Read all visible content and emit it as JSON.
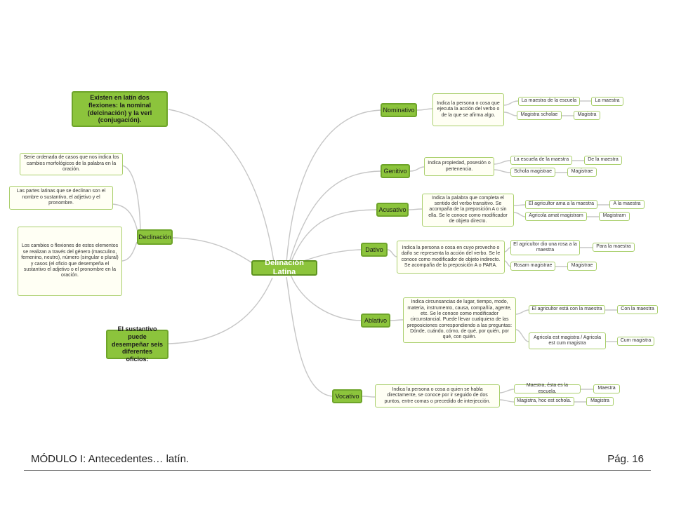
{
  "root": {
    "label": "Delinación Latina"
  },
  "left": {
    "intro": "Existen en latín dos flexiones: la nominal (delcinación) y la verl (conjugación).",
    "declinacion": {
      "label": "Declinación",
      "notes": [
        "Serie ordenada de casos que nos indica los cambios morfológicos de la palabra en la oración.",
        "Las partes latinas que se declinan son el nombre o sustantivo, el adjetivo y el pronombre.",
        "Los cambios o flexiones de estos elementos se realizan a través del género (masculino, femenino, neutro), número (singular o plural) y casos (el oficio que desempeña el sustantivo el adjetivo o el pronombre en la oración."
      ]
    },
    "oficios": "El sustantivo puede desempeñar seis diferentes oficios:"
  },
  "cases": [
    {
      "label": "Nominativo",
      "desc": "Indica la persona o cosa que ejecuta la acción del verbo o de la que se afirma algo.",
      "examples": [
        {
          "latin_or_spanish": "La maestra de la escuela",
          "form": "La maestra"
        },
        {
          "latin_or_spanish": "Magistra scholae",
          "form": "Magistra"
        }
      ]
    },
    {
      "label": "Genitivo",
      "desc": "Indica propiedad, posesión o pertenencia.",
      "examples": [
        {
          "latin_or_spanish": "La escuela de la maestra",
          "form": "De la maestra"
        },
        {
          "latin_or_spanish": "Schola magistrae",
          "form": "Magistrae"
        }
      ]
    },
    {
      "label": "Acusativo",
      "desc": "Indica la palabra que completa el sentido del verbo transitivo. Se acompaña de la preposición A o sin ella. Se le conoce como modificador de objeto directo.",
      "examples": [
        {
          "latin_or_spanish": "El agricultor ama a la maestra",
          "form": "A la maestra"
        },
        {
          "latin_or_spanish": "Agricola amat magistram",
          "form": "Magistram"
        }
      ]
    },
    {
      "label": "Dativo",
      "desc": "Indica la persona o cosa en cuyo provecho o daño se representa la acción del verbo. Se le conoce como modificador de objeto indirecto. Se acompaña de la preposición A o PARA.",
      "examples": [
        {
          "latin_or_spanish": "El agricultor dio una rosa a la maestra",
          "form": "Para la maestra"
        },
        {
          "latin_or_spanish": "Rosam magistrae",
          "form": "Magistrae"
        }
      ]
    },
    {
      "label": "Ablativo",
      "desc": "Indica circunsancias de lugar, tiempo, modo, materia, instrumento, causa, compañía, agente, etc. Se le conoce como modificador circunstancial. Puede llevar cualquiera de las preposiciones correspondiendo a las preguntas: Dónde, cuándo, cómo, de qué, por quién, por qué, con quién.",
      "examples": [
        {
          "latin_or_spanish": "El agricultor está con la maestra",
          "form": "Con la maestra"
        },
        {
          "latin_or_spanish": "Agricola est magistra / Agricola est cum magistra",
          "form": "Cum magistra"
        }
      ]
    },
    {
      "label": "Vocativo",
      "desc": "Indica la persona o cosa a quien se habla directamente, se conoce por ir seguido de dos puntos, entre comas o precedido de interjección.",
      "examples": [
        {
          "latin_or_spanish": "Maestra, ésta es la escuela.",
          "form": "Maestra"
        },
        {
          "latin_or_spanish": "Magistra, hoc est schola.",
          "form": "Magistra"
        }
      ]
    }
  ],
  "footer": {
    "left": "MÓDULO I: Antecedentes… latín.",
    "right": "Pág. 16"
  },
  "colors": {
    "node_green": "#8cc43c",
    "node_border": "#6ea42a",
    "leaf_border": "#a9cf6c",
    "connector": "#c4c4c4"
  }
}
